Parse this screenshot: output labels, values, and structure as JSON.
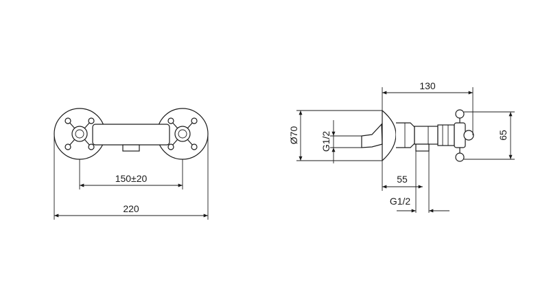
{
  "front_view": {
    "dim_center": "150±20",
    "dim_overall": "220"
  },
  "side_view": {
    "dim_depth": "130",
    "dim_diameter": "Ø70",
    "dim_thread_inlet": "G1/2",
    "dim_height": "65",
    "dim_outlet_offset": "55",
    "dim_thread_outlet": "G1/2"
  }
}
